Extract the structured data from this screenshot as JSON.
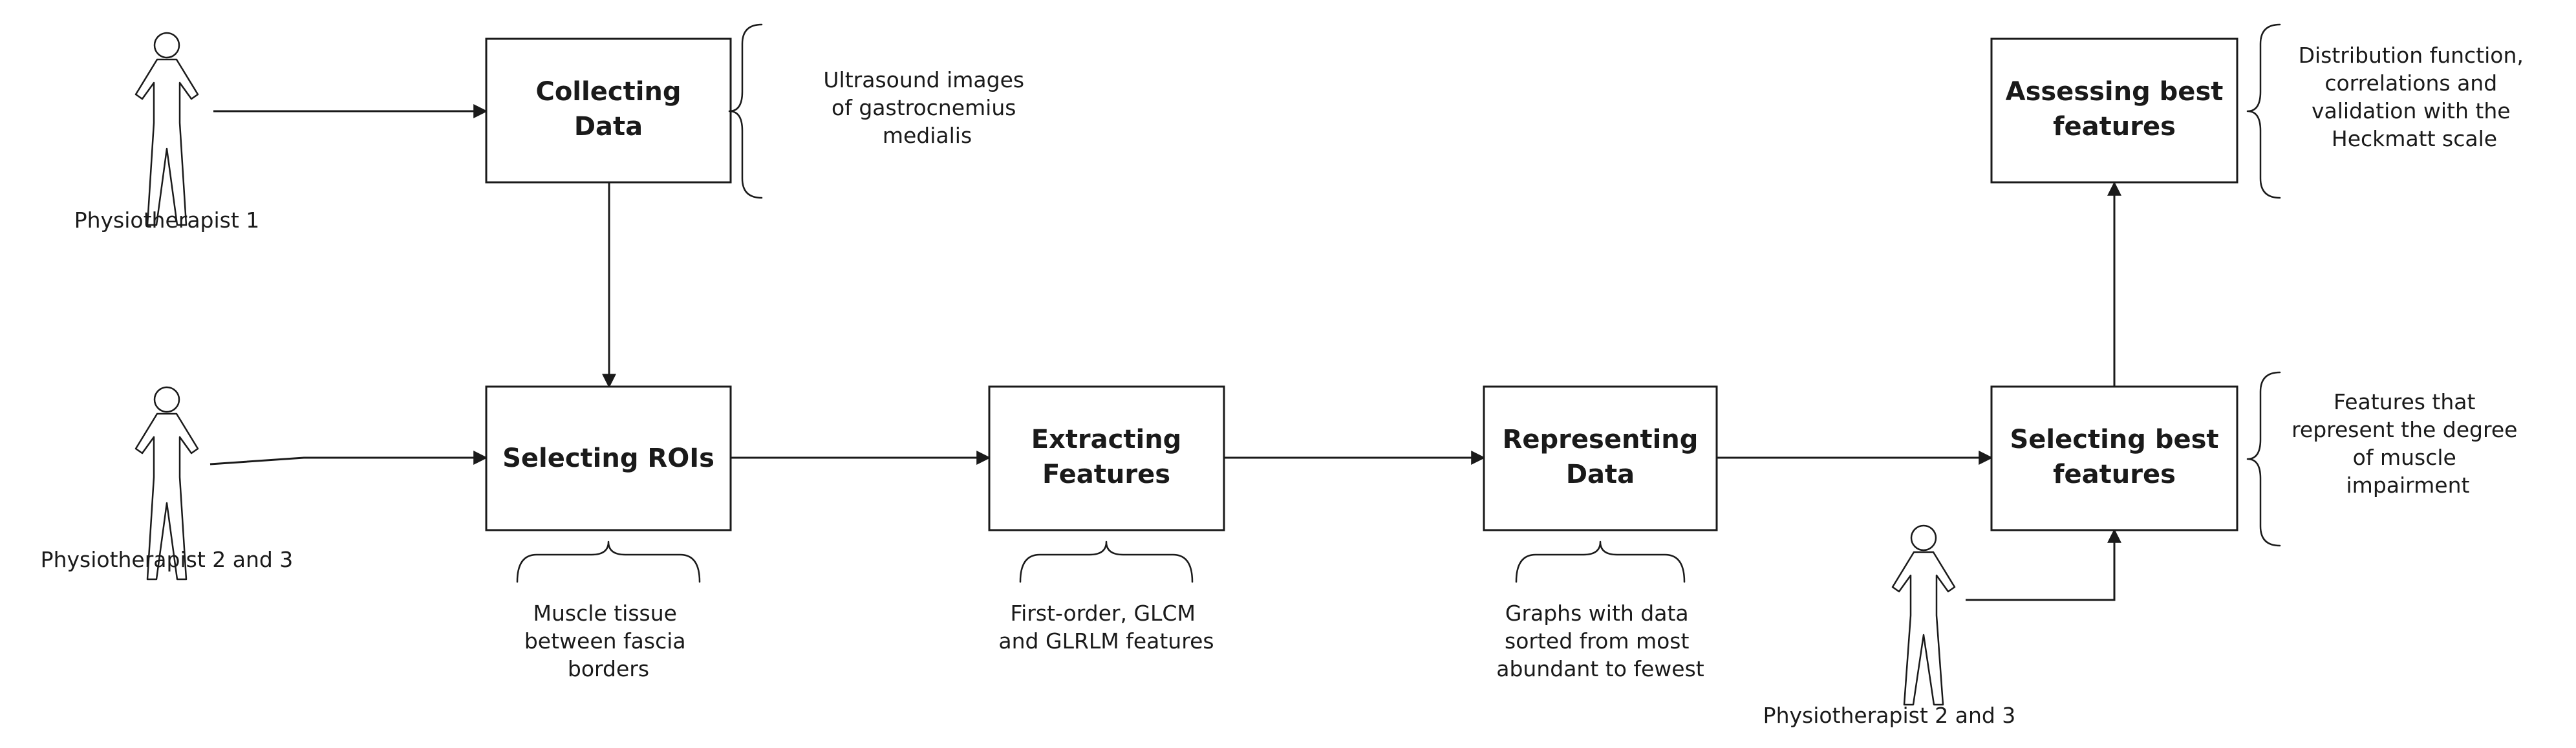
{
  "steps": {
    "collecting": [
      "Collecting",
      "Data"
    ],
    "selecting_rois": [
      "Selecting ROIs"
    ],
    "extracting": [
      "Extracting",
      "Features"
    ],
    "representing": [
      "Representing",
      "Data"
    ],
    "selecting_best": [
      "Selecting best",
      "features"
    ],
    "assessing_best": [
      "Assessing best",
      "features"
    ]
  },
  "notes": {
    "collecting": [
      "Ultrasound images",
      "of gastrocnemius",
      "medialis"
    ],
    "selecting_rois": [
      "Muscle tissue",
      "between fascia",
      "borders"
    ],
    "extracting": [
      "First-order, GLCM",
      "and GLRLM features"
    ],
    "representing": [
      "Graphs with data",
      "sorted from most",
      "abundant to fewest"
    ],
    "selecting_best": [
      "Features that",
      "represent the degree",
      "of muscle",
      "impairment"
    ],
    "assessing_best": [
      "Distribution function,",
      "correlations and",
      "validation with the",
      "Heckmatt scale"
    ]
  },
  "actors": {
    "physio_1": "Physiotherapist 1",
    "physio_2_3_left": "Physiotherapist 2 and 3",
    "physio_2_3_right": "Physiotherapist 2 and 3"
  }
}
